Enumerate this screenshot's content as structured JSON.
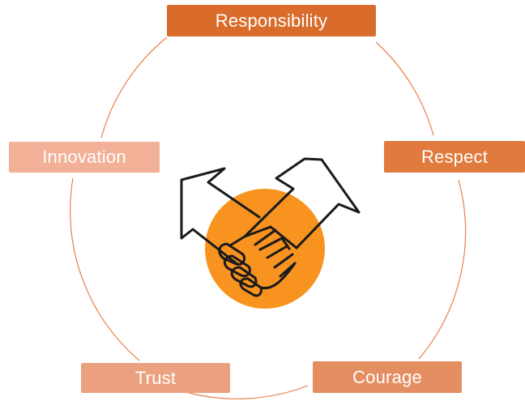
{
  "diagram": {
    "center_icon": "handshake-with-arrows-icon",
    "colors": {
      "ring": "#E7814A",
      "center_circle": "#F7931E",
      "icon_stroke": "#1a1a1a"
    },
    "values": [
      {
        "key": "responsibility",
        "label": "Responsibility",
        "color": "#D96C2B"
      },
      {
        "key": "respect",
        "label": "Respect",
        "color": "#E07A3D"
      },
      {
        "key": "innovation",
        "label": "Innovation",
        "color": "#F2B097"
      },
      {
        "key": "trust",
        "label": "Trust",
        "color": "#EBA180"
      },
      {
        "key": "courage",
        "label": "Courage",
        "color": "#E48E62"
      }
    ]
  }
}
